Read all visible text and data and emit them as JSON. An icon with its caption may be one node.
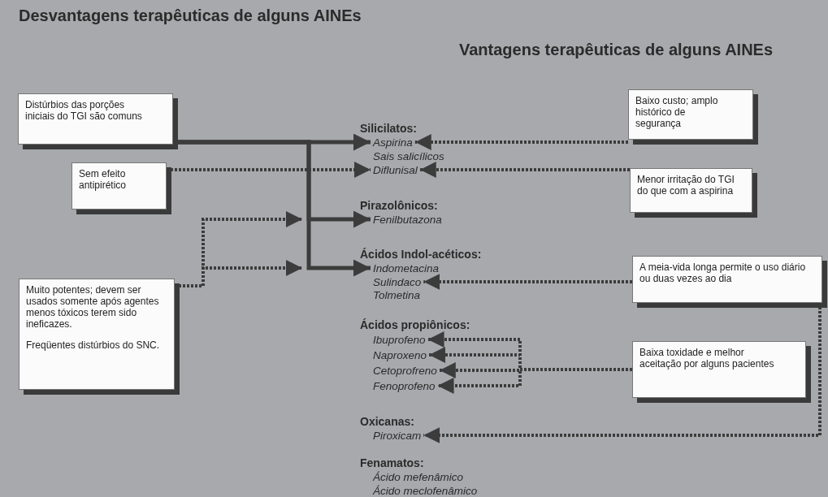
{
  "diagram": {
    "nodes": [
      {
        "text": [
          "Distúrbios das porções iniciais do TGI são comuns"
        ]
      },
      {
        "text": [
          "Sem efeito antipirético"
        ]
      },
      {
        "text": [
          "Muito potentes; devem ser usados somente após agentes menos tóxicos terem sido ineficazes.",
          "Freqüentes distúrbios do SNC."
        ]
      },
      {
        "text": [
          "Baixo custo; amplo histórico de segurança"
        ]
      },
      {
        "text": [
          "Menor irritação do TGI do que com a aspirina"
        ]
      },
      {
        "text": [
          "A meia-vida longa permite o uso diário ou duas vezes ao dia"
        ]
      },
      {
        "text": [
          "Baixa toxidade e melhor aceitação por alguns pacientes"
        ]
      },
      {
        "text": [
          "Aspirina"
        ]
      },
      {
        "text": [
          "Diflunisal"
        ]
      },
      {
        "text": [
          "Fenilbutazona"
        ]
      },
      {
        "text": [
          "Indometacina"
        ]
      },
      {
        "text": [
          "Sulindaco"
        ]
      },
      {
        "text": [
          "Ibuprofeno"
        ]
      },
      {
        "text": [
          "Naproxeno"
        ]
      },
      {
        "text": [
          "Cetoprofreno"
        ]
      },
      {
        "text": [
          "Fenoprofeno"
        ]
      },
      {
        "text": [
          "Piroxicam"
        ]
      }
    ],
    "edges": [
      {
        "from": 0,
        "to": 7,
        "arrow": "to"
      },
      {
        "from": 0,
        "to": 9,
        "arrow": "to"
      },
      {
        "from": 0,
        "to": 10,
        "arrow": "to"
      },
      {
        "from": 1,
        "to": 8,
        "arrow": "to",
        "style": "dashed"
      },
      {
        "from": 2,
        "to": 9,
        "arrow": "to",
        "style": "dashed"
      },
      {
        "from": 2,
        "to": 10,
        "arrow": "to",
        "style": "dashed"
      },
      {
        "from": 3,
        "to": 7,
        "arrow": "to",
        "style": "dashed"
      },
      {
        "from": 4,
        "to": 8,
        "arrow": "to",
        "style": "dashed"
      },
      {
        "from": 5,
        "to": 11,
        "arrow": "to",
        "style": "dashed"
      },
      {
        "from": 5,
        "to": 16,
        "arrow": "to",
        "style": "dashed"
      },
      {
        "from": 6,
        "to": 12,
        "arrow": "to",
        "style": "dashed"
      },
      {
        "from": 6,
        "to": 13,
        "arrow": "to",
        "style": "dashed"
      },
      {
        "from": 6,
        "to": 14,
        "arrow": "to",
        "style": "dashed"
      },
      {
        "from": 6,
        "to": 15,
        "arrow": "to",
        "style": "dashed"
      }
    ],
    "labels": [
      "Desvantagens terapêuticas de alguns AINEs",
      "Vantagens terapêuticas de alguns AINEs",
      "Silicilatos:",
      "Sais salicílicos",
      "Pirazolônicos:",
      "Ácidos Indol-acéticos:",
      "Tolmetina",
      "Ácidos propiônicos:",
      "Oxicanas:",
      "Fenamatos:",
      "Ácido mefenâmico",
      "Ácido meclofenâmico"
    ]
  }
}
